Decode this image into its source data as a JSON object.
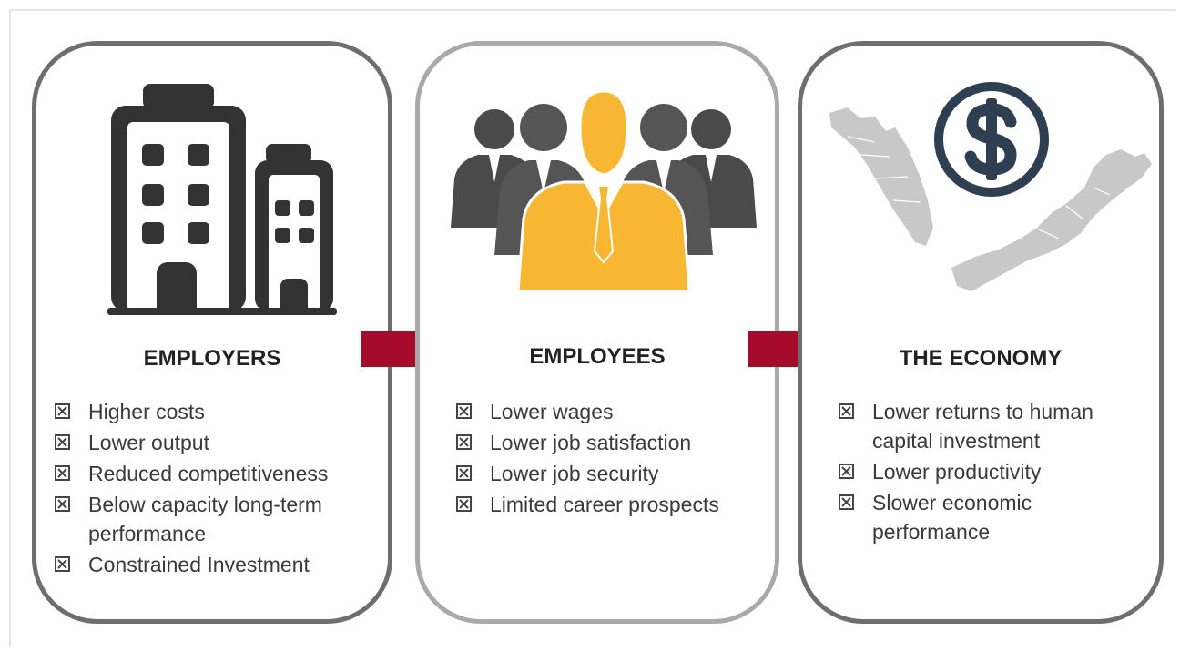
{
  "panels": [
    {
      "title": "EMPLOYERS",
      "items": [
        "Higher costs",
        "Lower output",
        "Reduced competitiveness",
        "Below capacity long-term performance",
        "Constrained Investment"
      ]
    },
    {
      "title": "EMPLOYEES",
      "items": [
        "Lower wages",
        "Lower job satisfaction",
        "Lower job security",
        "Limited career prospects"
      ]
    },
    {
      "title": "THE ECONOMY",
      "items": [
        "Lower returns to human capital investment",
        "Lower productivity",
        "Slower economic performance"
      ]
    }
  ],
  "colors": {
    "arrow": "#a50b2b",
    "employee_highlight": "#f7b733",
    "icon_dark": "#333333",
    "dollar_dark": "#2e3f52",
    "map_gray": "#c8c8c8"
  },
  "icons": [
    "buildings-icon",
    "employees-group-icon",
    "malaysia-map-icon",
    "dollar-icon"
  ]
}
